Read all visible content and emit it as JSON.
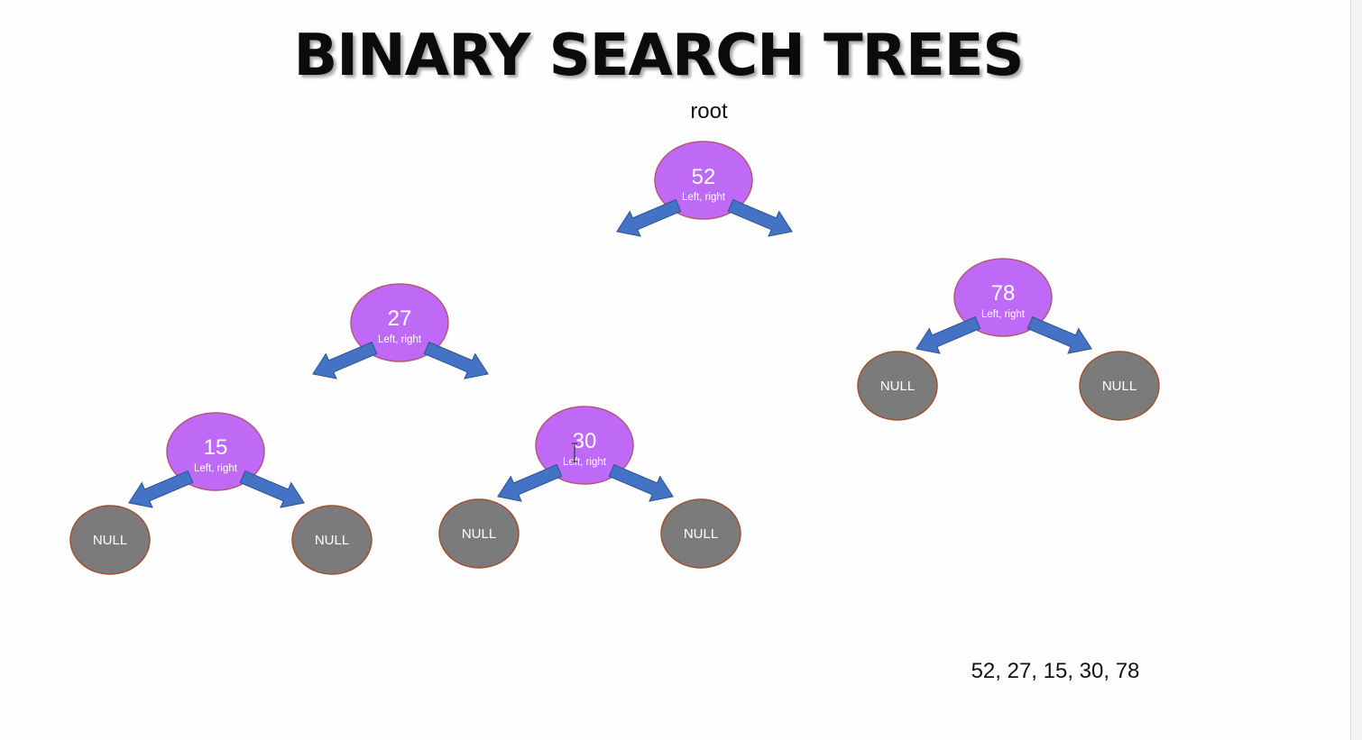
{
  "title": "BINARY SEARCH TREES",
  "root_label": "root",
  "pointer_label": "Left, right",
  "null_label": "NULL",
  "sequence": "52, 27, 15, 30, 78",
  "colors": {
    "node_fill": "#bf6af6",
    "node_stroke": "#b5577a",
    "null_fill": "#7b7b7b",
    "null_stroke": "#a0522d",
    "arrow_fill": "#4472c4",
    "arrow_stroke": "#2f528f"
  },
  "nodes": [
    {
      "id": "n52",
      "value": "52",
      "sub": "Left, right"
    },
    {
      "id": "n27",
      "value": "27",
      "sub": "Left, right"
    },
    {
      "id": "n78",
      "value": "78",
      "sub": "Left, right"
    },
    {
      "id": "n15",
      "value": "15",
      "sub": "Left, right"
    },
    {
      "id": "n30",
      "value": "30",
      "sub": "Left, right"
    }
  ],
  "null_nodes": [
    {
      "id": "n78-left",
      "label": "NULL"
    },
    {
      "id": "n78-right",
      "label": "NULL"
    },
    {
      "id": "n15-left",
      "label": "NULL"
    },
    {
      "id": "n15-right",
      "label": "NULL"
    },
    {
      "id": "n30-left",
      "label": "NULL"
    },
    {
      "id": "n30-right",
      "label": "NULL"
    }
  ]
}
